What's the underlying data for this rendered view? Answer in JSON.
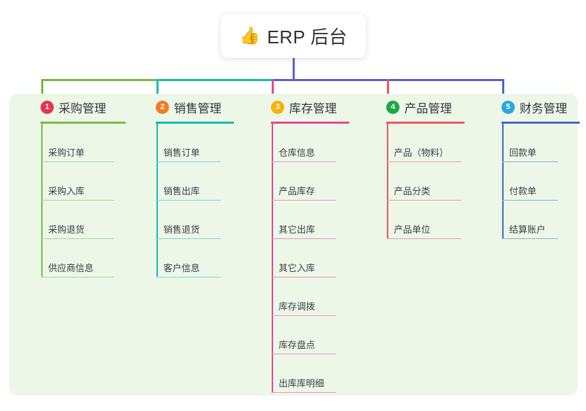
{
  "diagram": {
    "type": "mind-map",
    "title": "ERP 后台",
    "root": {
      "icon": "thumbs-up-icon",
      "emoji": "👍",
      "label": "ERP 后台"
    },
    "panel_color": "#edf7e8",
    "page_background": "#ffffff",
    "bus_segments": [
      {
        "name": "root-to-col1-col2",
        "color": "#76bb40"
      },
      {
        "name": "col2-to-col3",
        "color": "#14bdad"
      },
      {
        "name": "col3-to-col5",
        "color": "#5b5fc7"
      }
    ],
    "root_stem_color": "#5b5fc7",
    "branches": [
      {
        "number": "1",
        "title": "采购管理",
        "badge_color": "#e8344e",
        "line_color": "#76bb40",
        "sub_line_color": "#abd58c",
        "items": [
          {
            "label": "采购订单"
          },
          {
            "label": "采购入库"
          },
          {
            "label": "采购退货"
          },
          {
            "label": "供应商信息"
          }
        ]
      },
      {
        "number": "2",
        "title": "销售管理",
        "badge_color": "#f07c26",
        "line_color": "#14bdad",
        "sub_line_color": "#7ed4cc",
        "items": [
          {
            "label": "销售订单"
          },
          {
            "label": "销售出库"
          },
          {
            "label": "销售退货"
          },
          {
            "label": "客户信息"
          }
        ]
      },
      {
        "number": "3",
        "title": "库存管理",
        "badge_color": "#f5b209",
        "line_color": "#e2489a",
        "sub_line_color": "#eb93bf",
        "items": [
          {
            "label": "仓库信息"
          },
          {
            "label": "产品库存"
          },
          {
            "label": "其它出库"
          },
          {
            "label": "其它入库"
          },
          {
            "label": "库存调拨"
          },
          {
            "label": "库存盘点"
          },
          {
            "label": "出库库明细"
          }
        ]
      },
      {
        "number": "4",
        "title": "产品管理",
        "badge_color": "#1aaa41",
        "line_color": "#f4515b",
        "sub_line_color": "#f59a9d",
        "items": [
          {
            "label": "产品（物料）"
          },
          {
            "label": "产品分类"
          },
          {
            "label": "产品单位"
          }
        ]
      },
      {
        "number": "5",
        "title": "财务管理",
        "badge_color": "#2aa7e0",
        "line_color": "#4169c8",
        "sub_line_color": "#8fa9dd",
        "items": [
          {
            "label": "回款单"
          },
          {
            "label": "付款单"
          },
          {
            "label": "结算账户"
          }
        ]
      }
    ]
  }
}
